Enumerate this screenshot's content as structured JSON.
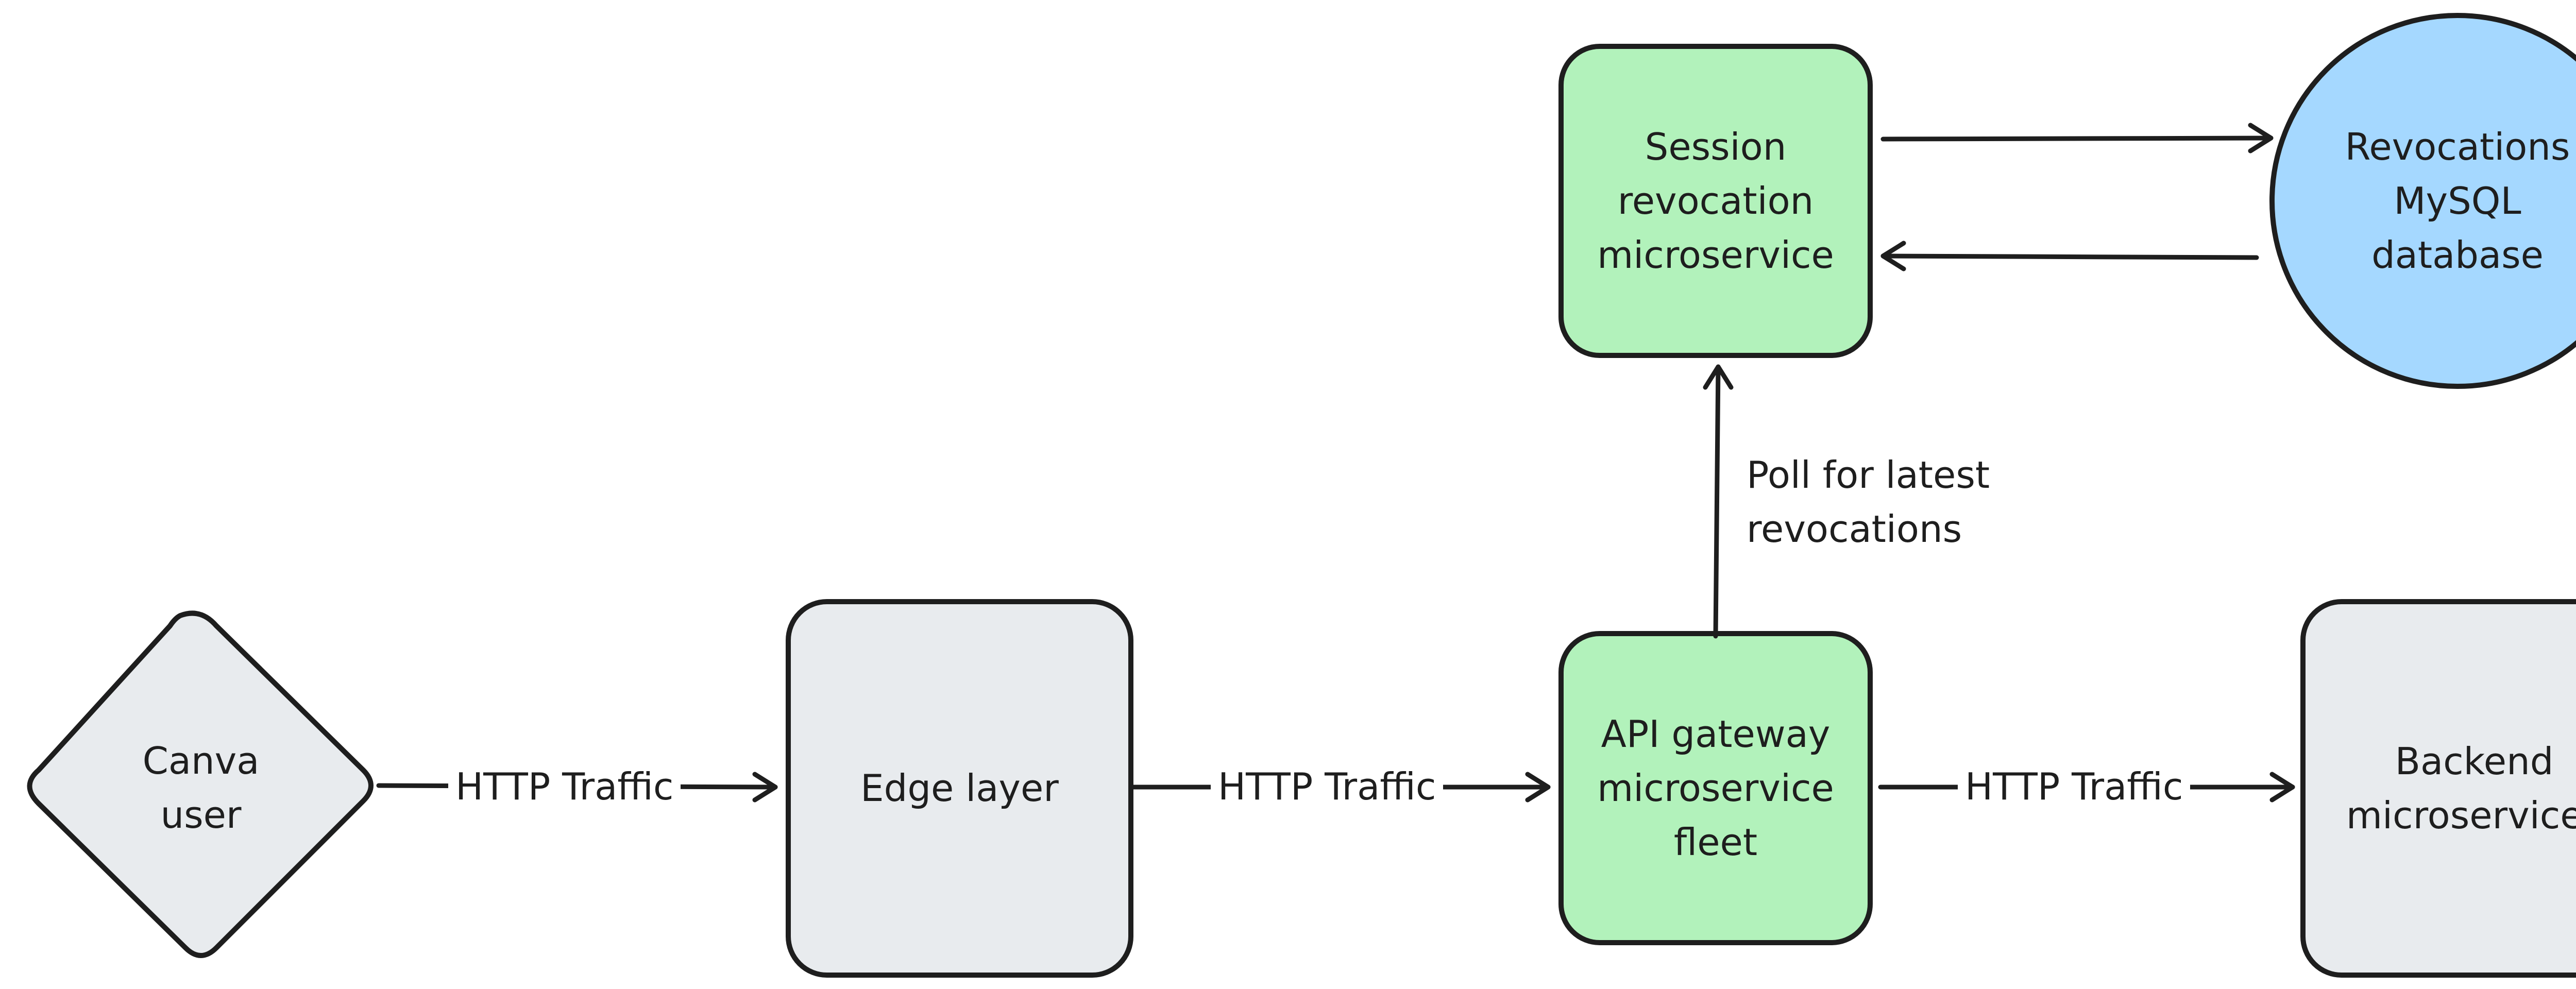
{
  "colors": {
    "stroke": "#1e1e1e",
    "gray_fill": "#e8ebee",
    "green_fill": "#b2f2bb",
    "blue_fill": "#a5d8ff",
    "background": "#ffffff"
  },
  "nodes": {
    "canva_user": {
      "label": "Canva\nuser",
      "shape": "diamond"
    },
    "edge_layer": {
      "label": "Edge layer",
      "shape": "rounded-rectangle"
    },
    "api_gateway": {
      "label": "API gateway\nmicroservice\nfleet",
      "shape": "rounded-rectangle"
    },
    "backend": {
      "label": "Backend\nmicroservices",
      "shape": "rounded-rectangle"
    },
    "session_revocation": {
      "label": "Session\nrevocation\nmicroservice",
      "shape": "rounded-rectangle"
    },
    "revocations_db": {
      "label": "Revocations\nMySQL\ndatabase",
      "shape": "circle"
    }
  },
  "edges": {
    "user_to_edge": {
      "label": "HTTP Traffic"
    },
    "edge_to_gateway": {
      "label": "HTTP Traffic"
    },
    "gateway_to_backend": {
      "label": "HTTP Traffic"
    },
    "gateway_to_session": {
      "label": "Poll for latest\nrevocations"
    },
    "session_to_db": {
      "label": ""
    },
    "db_to_session": {
      "label": ""
    }
  }
}
